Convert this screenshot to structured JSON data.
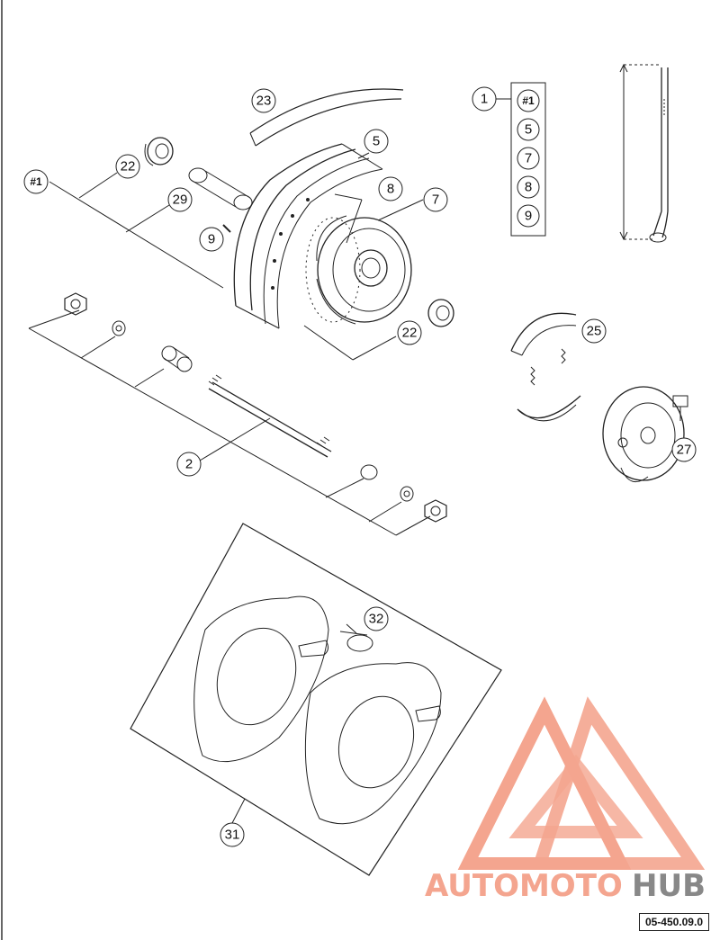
{
  "callouts": {
    "c1": "1",
    "c2": "2",
    "c5": "5",
    "c7": "7",
    "c8": "8",
    "c9": "9",
    "c22a": "22",
    "c22b": "22",
    "c23": "23",
    "c25": "25",
    "c27": "27",
    "c29": "29",
    "c31": "31",
    "c32": "32",
    "c_hash1": "#1"
  },
  "kit_list": [
    "#1",
    "5",
    "7",
    "8",
    "9"
  ],
  "reference_code": "05-450.09.0",
  "watermark": {
    "part1": "AUTOMOTO",
    "part2": "HUB",
    "color_main": "#f4a58f",
    "color_hub": "#888888"
  }
}
